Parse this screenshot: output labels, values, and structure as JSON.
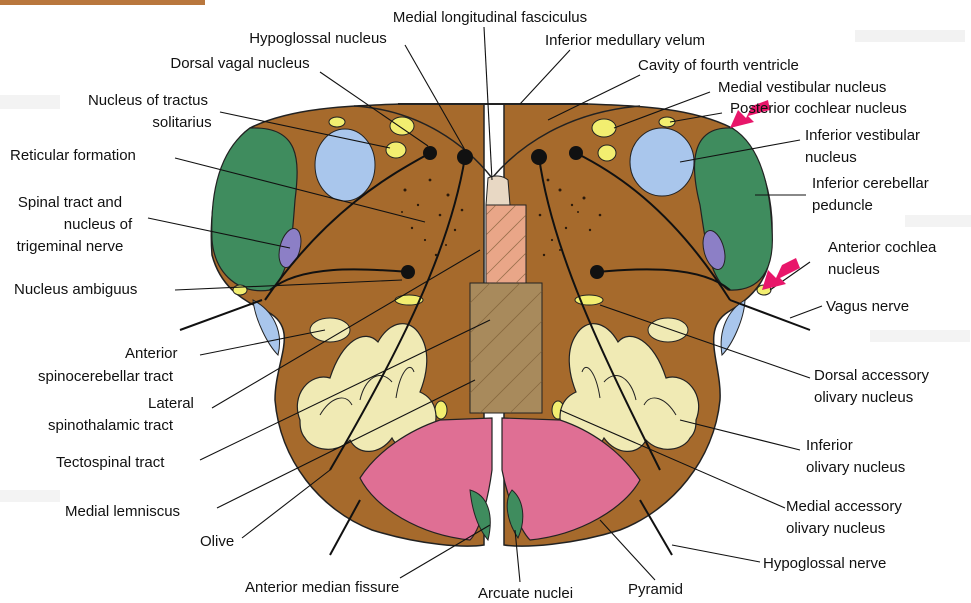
{
  "labels": {
    "mlf": "Medial longitudinal fasciculus",
    "hypoglossal_nucleus": "Hypoglossal nucleus",
    "dorsal_vagal": "Dorsal vagal nucleus",
    "inf_medullary_velum": "Inferior medullary velum",
    "cavity_fourth": "Cavity of fourth ventricle",
    "medial_vestibular": "Medial vestibular nucleus",
    "posterior_cochlear": "Posterior cochlear nucleus",
    "tractus_solitarius_1": "Nucleus of tractus",
    "tractus_solitarius_2": "solitarius",
    "inferior_vestibular_1": "Inferior vestibular",
    "inferior_vestibular_2": "nucleus",
    "reticular": "Reticular formation",
    "inf_cerebellar_1": "Inferior cerebellar",
    "inf_cerebellar_2": "peduncle",
    "spinal_trig_1": "Spinal tract and",
    "spinal_trig_2": "nucleus of",
    "spinal_trig_3": "trigeminal nerve",
    "anterior_cochlea_1": "Anterior cochlea",
    "anterior_cochlea_2": "nucleus",
    "nucleus_ambiguus": "Nucleus ambiguus",
    "vagus": "Vagus nerve",
    "ant_spinocerebellar_1": "Anterior",
    "ant_spinocerebellar_2": "spinocerebellar tract",
    "dorsal_accessory_1": "Dorsal accessory",
    "dorsal_accessory_2": "olivary nucleus",
    "lat_spinothalamic_1": "Lateral",
    "lat_spinothalamic_2": "spinothalamic tract",
    "inferior_olivary_1": "Inferior",
    "inferior_olivary_2": "olivary nucleus",
    "tectospinal": "Tectospinal tract",
    "medial_lemniscus": "Medial lemniscus",
    "medial_accessory_1": "Medial accessory",
    "medial_accessory_2": "olivary nucleus",
    "olive": "Olive",
    "hypoglossal_nerve": "Hypoglossal nerve",
    "ant_median_fissure": "Anterior median fissure",
    "arcuate": "Arcuate nuclei",
    "pyramid": "Pyramid"
  },
  "colors": {
    "medulla": "#a66a2c",
    "peduncle": "#3f8c5e",
    "blue_nucleus": "#a9c6ec",
    "purple": "#8c7fc6",
    "yellow": "#f2ee70",
    "olive_fill": "#f0eab4",
    "pyramid": "#df6f94",
    "lemniscus": "#e9a688",
    "arrow": "#e8166a"
  }
}
